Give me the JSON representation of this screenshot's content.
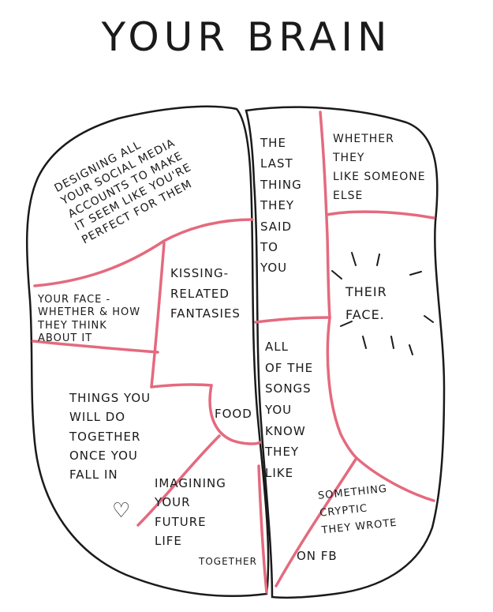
{
  "title": "YOUR BRAIN",
  "colors": {
    "outline": "#1a1a1a",
    "divider": "#e46a7e"
  },
  "regions": {
    "social_media": "DESIGNING ALL\nYOUR SOCIAL MEDIA\nACCOUNTS TO MAKE\nIT SEEM LIKE YOU'RE\nPERFECT FOR THEM",
    "kissing": "KISSING-\nRELATED\nFANTASIES",
    "your_face": "YOUR FACE -\nWHETHER & HOW\nTHEY THINK\nABOUT IT",
    "things_together": "THINGS YOU\nWILL DO\nTOGETHER\nONCE YOU\nFALL IN",
    "heart_icon": "heart-icon",
    "food": "FOOD",
    "future_life": "IMAGINING\nYOUR\nFUTURE\nLIFE",
    "together": "TOGETHER",
    "last_thing": "THE\nLAST\nTHING\nTHEY\nSAID\nTO\nYOU",
    "songs": "ALL\nOF THE\nSONGS\nYOU\nKNOW\nTHEY\nLIKE",
    "like_someone": "WHETHER\nTHEY\nLIKE SOMEONE\nELSE",
    "their_face": "THEIR\nFACE.",
    "cryptic": "SOMETHING\nCRYPTIC\nTHEY WROTE",
    "on_fb": "ON FB"
  }
}
